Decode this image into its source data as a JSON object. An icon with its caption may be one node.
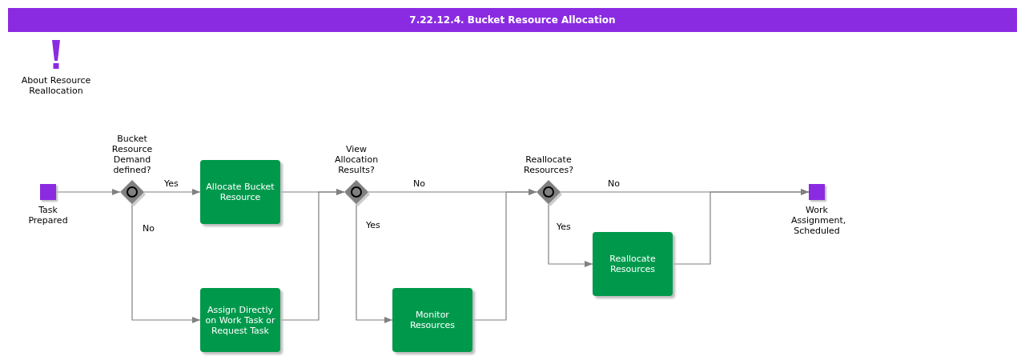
{
  "diagram": {
    "title": "7.22.12.4. Bucket Resource Allocation",
    "nodes": [
      {
        "text": [
          "Task Prepared"
        ]
      },
      {
        "text": [
          "Bucket Resource Demand defined?"
        ]
      },
      {
        "text": [
          "Allocate Bucket Resource"
        ]
      },
      {
        "text": [
          "Assign Directly on Work Task or Request Task"
        ]
      },
      {
        "text": [
          "View Allocation Results?"
        ]
      },
      {
        "text": [
          "Monitor Resources"
        ]
      },
      {
        "text": [
          "Reallocate Resources?"
        ]
      },
      {
        "text": [
          "Reallocate Resources"
        ]
      },
      {
        "text": [
          "Work Assignment, Scheduled"
        ]
      }
    ],
    "edges": [
      {
        "from": 0,
        "to": 1,
        "arrow": "to"
      },
      {
        "from": 1,
        "to": 2,
        "arrow": "to",
        "label": "Yes"
      },
      {
        "from": 1,
        "to": 3,
        "arrow": "to",
        "label": "No"
      },
      {
        "from": 2,
        "to": 4,
        "arrow": "to"
      },
      {
        "from": 3,
        "to": 4,
        "arrow": "to"
      },
      {
        "from": 4,
        "to": 6,
        "arrow": "to",
        "label": "No"
      },
      {
        "from": 4,
        "to": 5,
        "arrow": "to",
        "label": "Yes"
      },
      {
        "from": 5,
        "to": 6,
        "arrow": "to"
      },
      {
        "from": 6,
        "to": 8,
        "arrow": "to",
        "label": "No"
      },
      {
        "from": 6,
        "to": 7,
        "arrow": "to",
        "label": "Yes"
      },
      {
        "from": 7,
        "to": 8,
        "arrow": "to"
      }
    ],
    "labels": [
      "About Resource Reallocation"
    ]
  }
}
